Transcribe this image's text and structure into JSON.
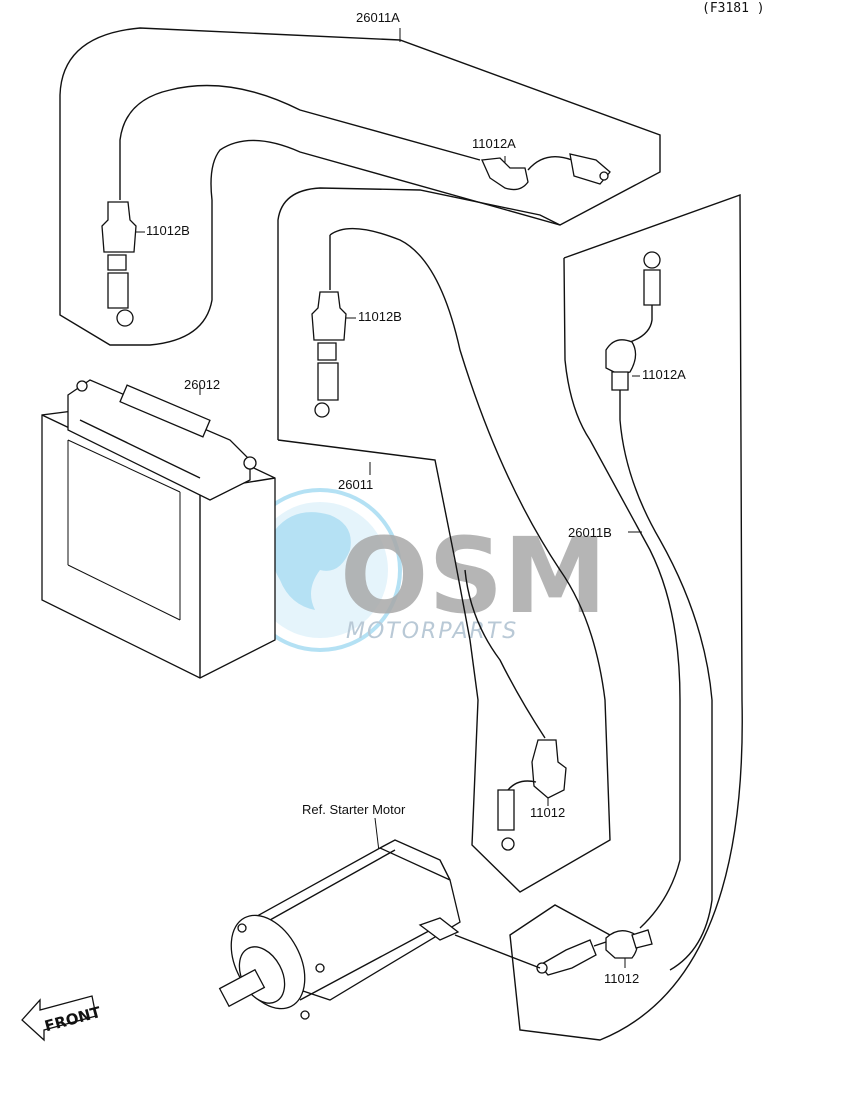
{
  "diagram_code": "(F3181 )",
  "parts": {
    "cable_a": "26011A",
    "cable_b": "26011B",
    "cable_main": "26011",
    "battery": "26012",
    "cap_a_top": "11012A",
    "cap_a_right": "11012A",
    "cap_b_left": "11012B",
    "cap_b_center": "11012B",
    "cap_center_bottom": "11012",
    "cap_right_bottom": "11012"
  },
  "reference_label": "Ref. Starter Motor",
  "direction_label": "FRONT",
  "watermark": {
    "brand": "OSM",
    "tagline": "MOTORPARTS"
  },
  "colors": {
    "line": "#111111",
    "watermark_globe": "#29a8e0",
    "watermark_text": "#a9a9a9"
  }
}
